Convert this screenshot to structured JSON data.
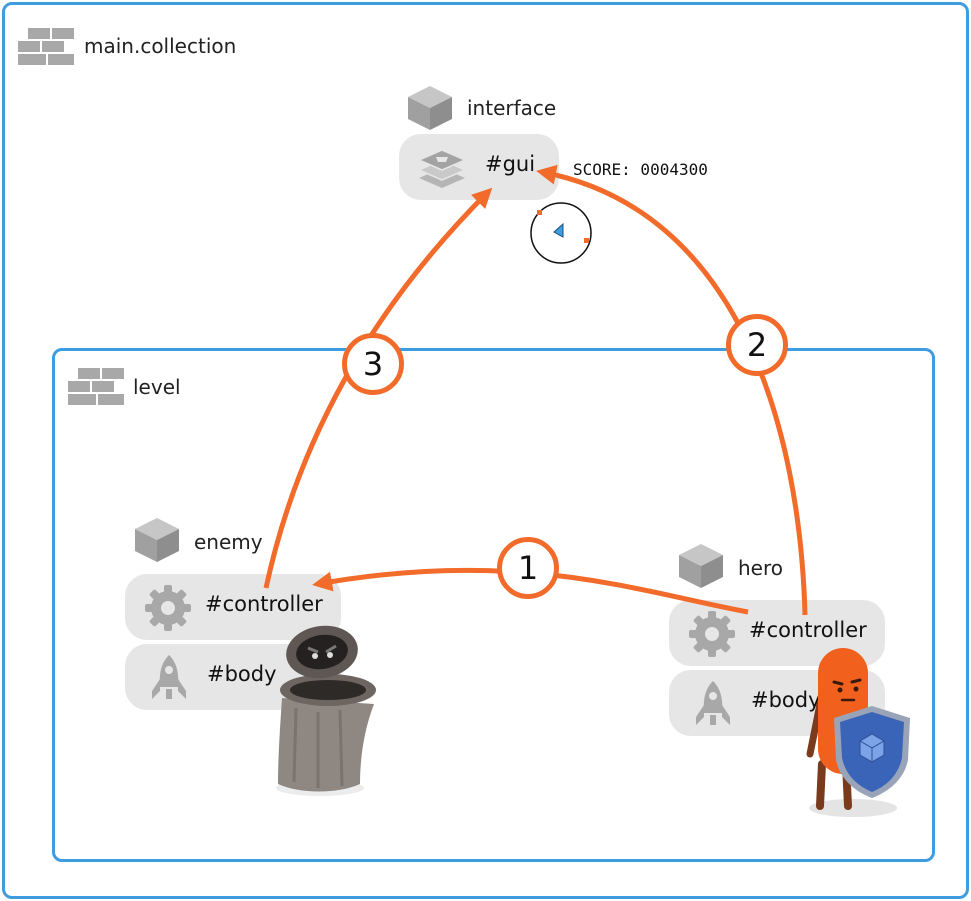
{
  "collection": {
    "name": "main.collection",
    "icon": "collection-icon"
  },
  "interface": {
    "name": "interface",
    "component": "#gui",
    "score_text": "SCORE: 0004300"
  },
  "level": {
    "name": "level",
    "icon": "collection-icon"
  },
  "enemy": {
    "name": "enemy",
    "controller": "#controller",
    "body": "#body"
  },
  "hero": {
    "name": "hero",
    "controller": "#controller",
    "body": "#body"
  },
  "messages": [
    {
      "label": "1"
    },
    {
      "label": "2"
    },
    {
      "label": "3"
    }
  ],
  "colors": {
    "frame": "#3d9de0",
    "arrow": "#f26b2a",
    "pill": "#e6e6e6",
    "icon": "#a8a8a8"
  }
}
